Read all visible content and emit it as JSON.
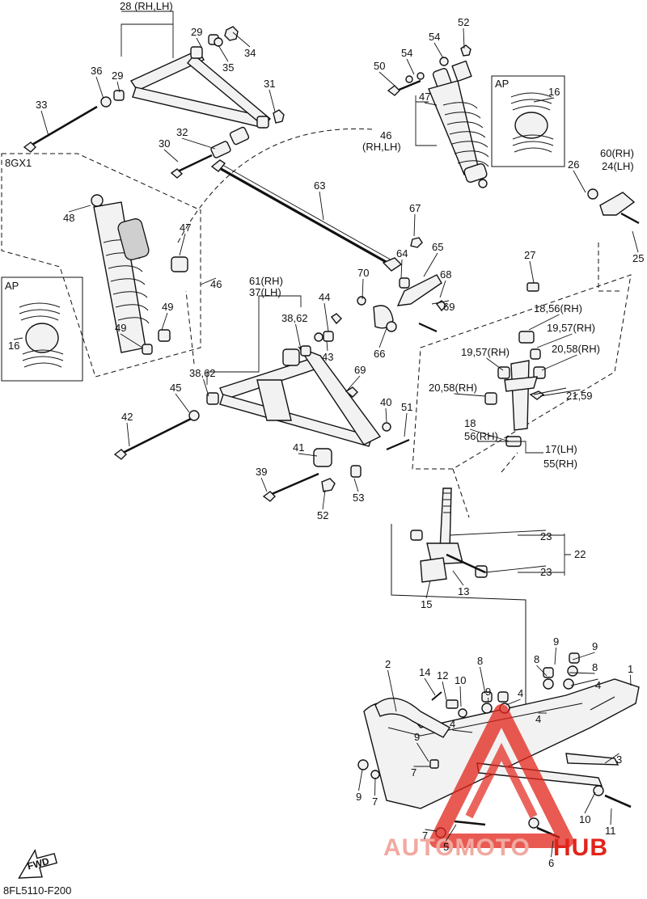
{
  "footer_code": "8FL5110-F200",
  "fwd_label": "FWD",
  "watermark": {
    "text_a": "AUTOMOTO",
    "text_b": "HUB",
    "color_a": "#f1a9a0",
    "color_b": "#e2231a"
  },
  "boxes": {
    "ap_top": "AP",
    "ap_left": "AP",
    "variant": "8GX1"
  },
  "callouts": [
    "28 (RH,LH)",
    "29",
    "34",
    "35",
    "36",
    "29",
    "31",
    "33",
    "30",
    "32",
    "63",
    "52",
    "54",
    "54",
    "50",
    "47",
    "16",
    "46",
    "(RH,LH)",
    "26",
    "60(RH)",
    "24(LH)",
    "25",
    "48",
    "47",
    "46",
    "16",
    "49",
    "49",
    "67",
    "64",
    "65",
    "68",
    "70",
    "69",
    "66",
    "27",
    "18,56(RH)",
    "19,57(RH)",
    "20,58(RH)",
    "19,57(RH)",
    "20,58(RH)",
    "21,59",
    "61(RH)",
    "37(LH)",
    "44",
    "38,62",
    "43",
    "38,62",
    "45",
    "42",
    "69",
    "40",
    "51",
    "41",
    "39",
    "53",
    "52",
    "18",
    "56(RH)",
    "17(LH)",
    "55(RH)",
    "23",
    "22",
    "23",
    "15",
    "13",
    "9",
    "9",
    "8",
    "8",
    "1",
    "4",
    "2",
    "14",
    "12",
    "10",
    "8",
    "9",
    "4",
    "4",
    "4",
    "9",
    "7",
    "3",
    "9",
    "7",
    "10",
    "11",
    "7",
    "5",
    "6"
  ]
}
